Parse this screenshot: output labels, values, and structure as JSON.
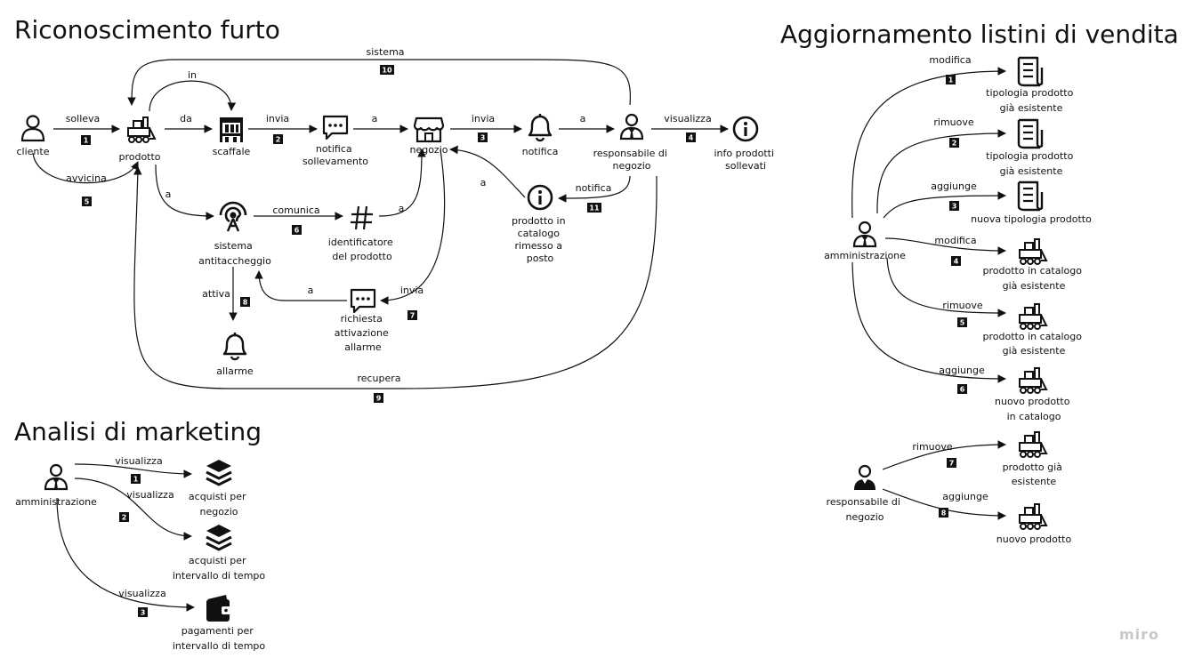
{
  "sections": {
    "theft": "Riconoscimento furto",
    "marketing": "Analisi di marketing",
    "pricing": "Aggiornamento listini di vendita"
  },
  "watermark": "miro",
  "theft_nodes": {
    "cliente": "cliente",
    "prodotto": "prodotto",
    "scaffale": "scaffale",
    "notifica_sollevamento": [
      "notifica",
      "sollevamento"
    ],
    "negozio": "negozio",
    "notifica": "notifica",
    "responsabile": [
      "responsabile di",
      "negozio"
    ],
    "info_prodotti": [
      "info prodotti",
      "sollevati"
    ],
    "prodotto_catalogo": [
      "prodotto in",
      "catalogo",
      "rimesso a",
      "posto"
    ],
    "sistema_antitaccheggio": [
      "sistema",
      "antitaccheggio"
    ],
    "identificatore": [
      "identificatore",
      "del prodotto"
    ],
    "richiesta": [
      "richiesta",
      "attivazione",
      "allarme"
    ],
    "allarme": "allarme"
  },
  "theft_edges": {
    "solleva": "solleva",
    "avvicina": "avvicina",
    "da": "da",
    "in": "in",
    "invia1": "invia",
    "a1": "a",
    "invia2": "invia",
    "a2": "a",
    "visualizza": "visualizza",
    "notifica": "notifica",
    "a3": "a",
    "a4": "a",
    "comunica": "comunica",
    "a5": "a",
    "attiva": "attiva",
    "a6": "a",
    "invia3": "invia",
    "sistema": "sistema",
    "recupera": "recupera"
  },
  "theft_badges": [
    "1",
    "2",
    "3",
    "4",
    "5",
    "6",
    "7",
    "8",
    "9",
    "10",
    "11"
  ],
  "marketing_nodes": {
    "amministrazione": "amministrazione",
    "acquisti_negozio": [
      "acquisti per",
      "negozio"
    ],
    "acquisti_tempo": [
      "acquisti per",
      "intervallo di tempo"
    ],
    "pagamenti": [
      "pagamenti per",
      "intervallo di tempo"
    ]
  },
  "marketing_edges": {
    "v1": "visualizza",
    "v2": "visualizza",
    "v3": "visualizza"
  },
  "marketing_badges": [
    "1",
    "2",
    "3"
  ],
  "pricing_nodes": {
    "amministrazione": "amministrazione",
    "tip1": [
      "tipologia prodotto",
      "già esistente"
    ],
    "tip2": [
      "tipologia prodotto",
      "già esistente"
    ],
    "tip3": "nuova tipologia prodotto",
    "prod1": [
      "prodotto in catalogo",
      "già esistente"
    ],
    "prod2": [
      "prodotto in catalogo",
      "già esistente"
    ],
    "prod3": [
      "nuovo prodotto",
      "in catalogo"
    ],
    "responsabile": [
      "responsabile di",
      "negozio"
    ],
    "prod4": [
      "prodotto già",
      "esistente"
    ],
    "prod5": "nuovo prodotto"
  },
  "pricing_edges": {
    "e1": "modifica",
    "e2": "rimuove",
    "e3": "aggiunge",
    "e4": "modifica",
    "e5": "rimuove",
    "e6": "aggiunge",
    "e7": "rimuove",
    "e8": "aggiunge"
  },
  "pricing_badges": [
    "1",
    "2",
    "3",
    "4",
    "5",
    "6",
    "7",
    "8"
  ]
}
